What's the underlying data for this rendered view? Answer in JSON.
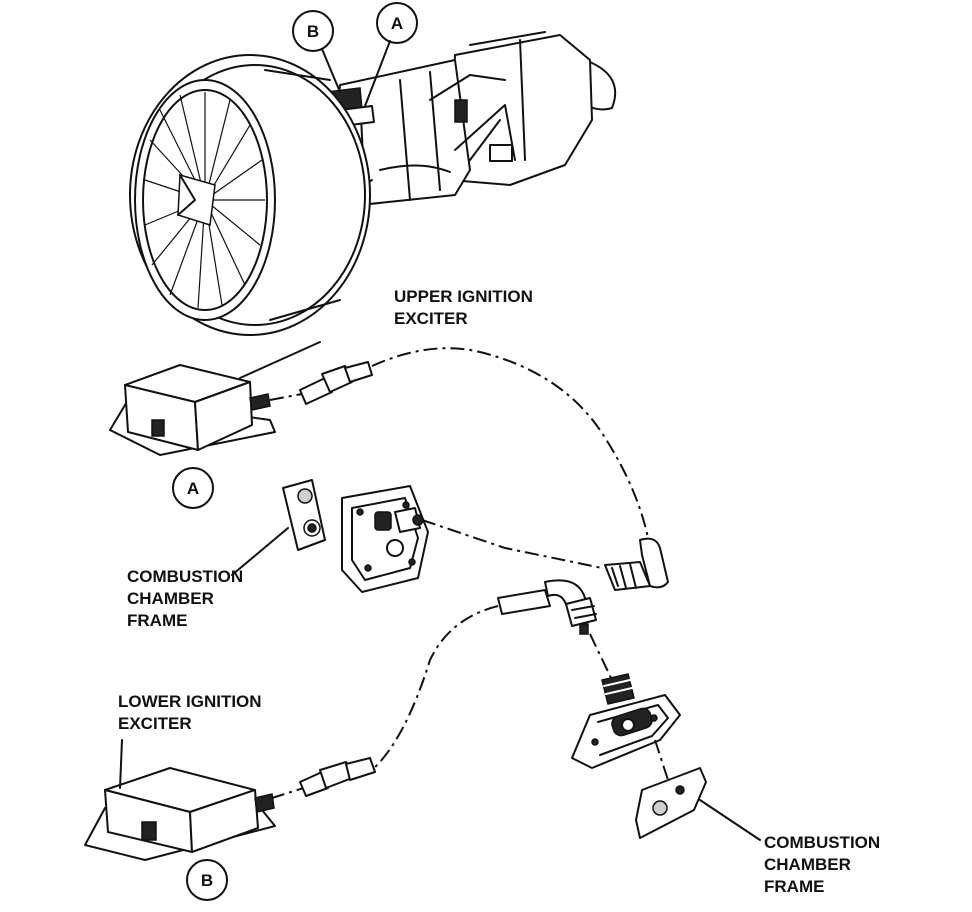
{
  "labels": {
    "upper_exciter": [
      "UPPER IGNITION",
      "EXCITER"
    ],
    "lower_exciter": [
      "LOWER IGNITION",
      "EXCITER"
    ],
    "frame_left": [
      "COMBUSTION",
      "CHAMBER",
      "FRAME"
    ],
    "frame_right": [
      "COMBUSTION",
      "CHAMBER",
      "FRAME"
    ]
  },
  "callouts": {
    "top_b": "B",
    "top_a": "A",
    "detail_a": "A",
    "detail_b": "B"
  },
  "style": {
    "ink": "#111111",
    "background": "#ffffff"
  }
}
